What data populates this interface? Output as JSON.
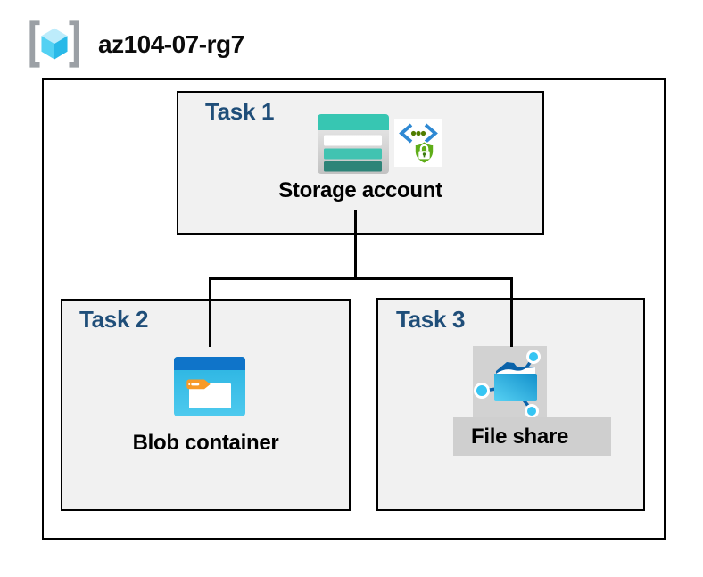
{
  "resource_group": {
    "name": "az104-07-rg7",
    "icon": "resource-group-icon"
  },
  "tasks": [
    {
      "label": "Task 1",
      "item_label": "Storage account",
      "icons": [
        "storage-account-icon",
        "secure-access-icon"
      ]
    },
    {
      "label": "Task 2",
      "item_label": "Blob container",
      "icons": [
        "blob-container-icon"
      ]
    },
    {
      "label": "Task 3",
      "item_label": "File share",
      "icons": [
        "file-share-icon"
      ]
    }
  ],
  "connectors": [
    {
      "from": "Storage account",
      "to": "Blob container"
    },
    {
      "from": "Storage account",
      "to": "File share"
    }
  ],
  "colors": {
    "task_label": "#1f4e79",
    "item_label": "#000000",
    "task_box_fill": "#f1f1f1",
    "box_border": "#000000",
    "connector": "#000000",
    "file_share_tile_gray": "#d2d2d2",
    "file_share_band_gray": "#cfcfcf",
    "storage_teal": "#37c6b2",
    "storage_teal_dark": "#2e8478",
    "blob_bar_blue": "#0f74c9",
    "blob_body_blue": "#3bc2ea",
    "blob_tab_orange": "#f79a28",
    "file_share_blue": "#1593cd",
    "node_cyan": "#35c5f3",
    "flap_dark_blue": "#0a62a9",
    "secure_bracket_blue": "#2f89d3",
    "secure_shield_green": "#5fad18",
    "rg_bracket_gray": "#9ba0a5",
    "rg_cube_cyan": "#53d1f3"
  }
}
